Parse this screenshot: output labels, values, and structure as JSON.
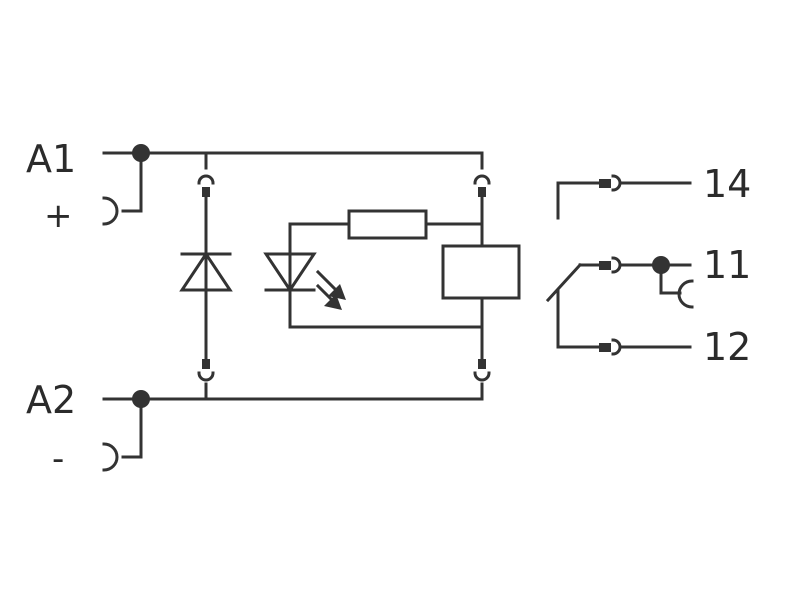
{
  "diagram": {
    "labels": {
      "a1": "A1",
      "plus": "+",
      "a2": "A2",
      "minus": "-",
      "t14": "14",
      "t11": "11",
      "t12": "12"
    },
    "colors": {
      "line": "#333333",
      "background": "#ffffff"
    }
  }
}
